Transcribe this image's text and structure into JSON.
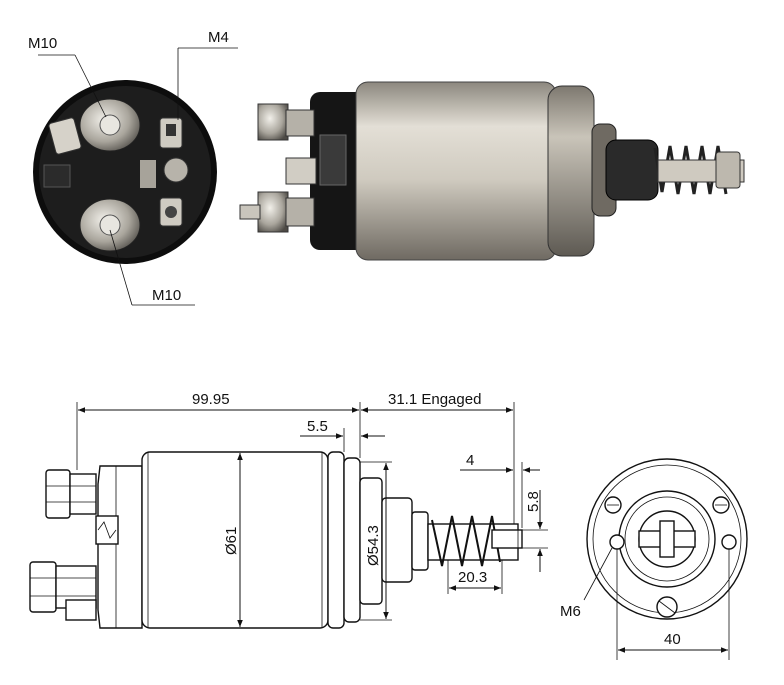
{
  "photo_labels": {
    "top_left": "M10",
    "top_right": "M4",
    "bottom": "M10"
  },
  "dimensions": {
    "overall_length": "99.95",
    "engaged_travel": "31.1 Engaged",
    "flange_offset": "5.5",
    "plunger_tip": "4",
    "plunger_width": "5.8",
    "body_diameter": "Ø61",
    "flange_diameter": "Ø54.3",
    "spring_length": "20.3",
    "mount_thread": "M6",
    "mount_spacing": "40"
  },
  "colors": {
    "background": "#ffffff",
    "line": "#111111",
    "metal_light": "#d8d4cc",
    "metal_dark": "#8f8a82",
    "bakelite": "#151515"
  }
}
